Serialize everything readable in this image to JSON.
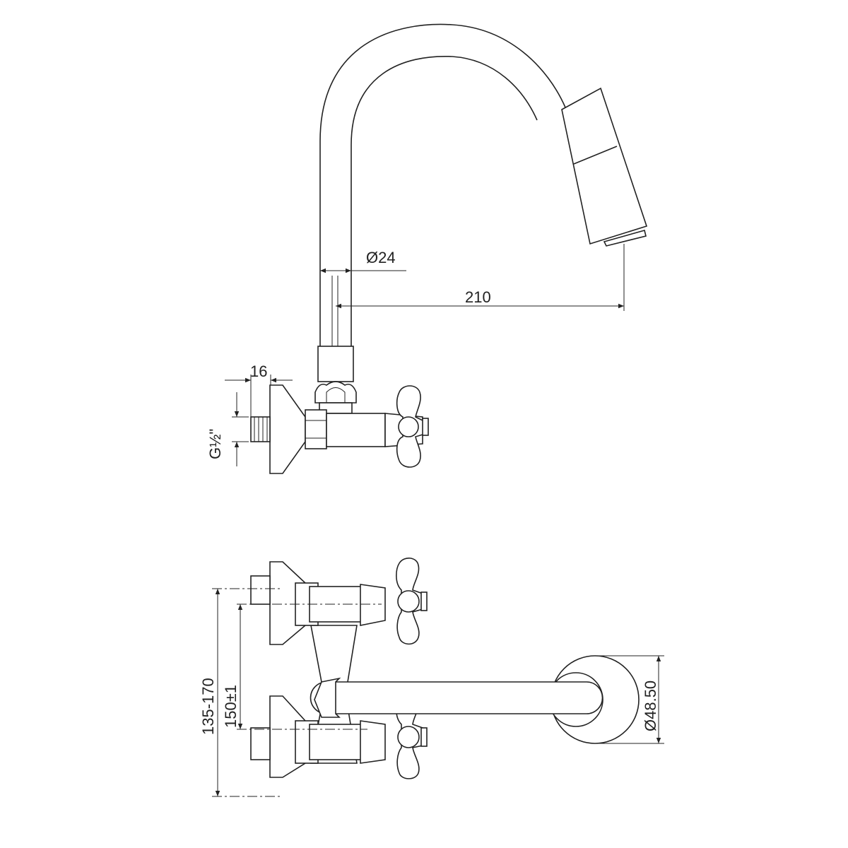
{
  "side_view": {
    "dims": {
      "spout_diameter": "Ø24",
      "reach": "210",
      "thread_length": "16",
      "thread": "G½\""
    }
  },
  "front_view": {
    "dims": {
      "centers_range": "135-170",
      "centers_nominal": "150±1",
      "rosette_diameter": "Ø48.50"
    }
  }
}
